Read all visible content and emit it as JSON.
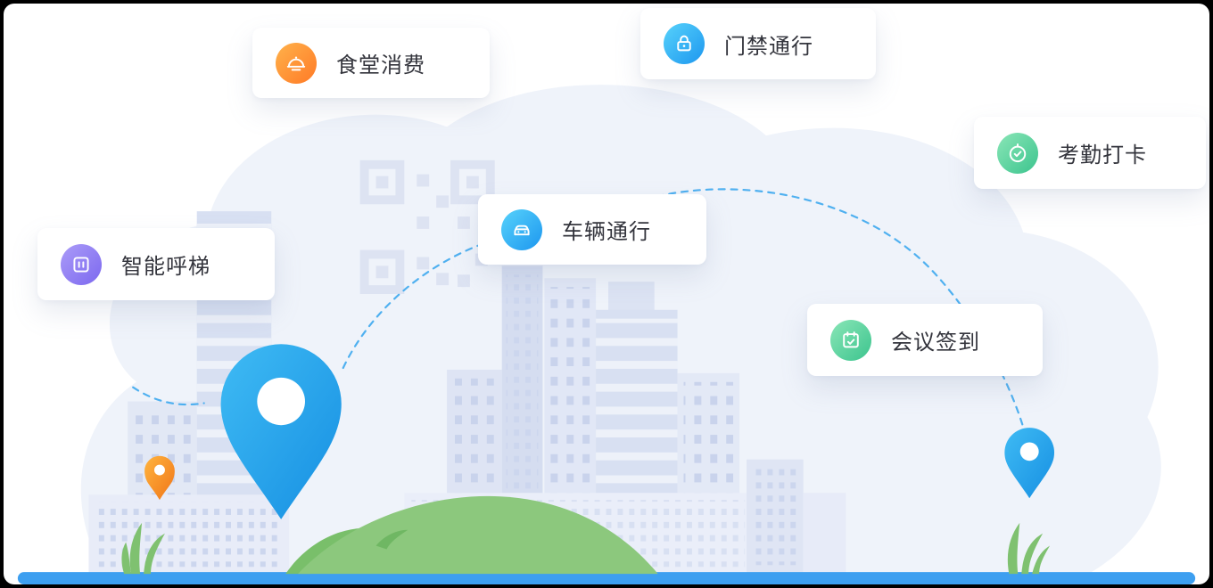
{
  "page": {
    "background": "#000000",
    "stage_background": "#ffffff"
  },
  "scene": {
    "cloud_color": "#eff3fa",
    "building_color": "#dde4f3",
    "hill_color": "#8cc87d",
    "ground_color": "#3d9ff0",
    "dash_line_color": "#3da8ee",
    "pin_blue": "#2aa6ee",
    "pin_orange": "#f98f2e",
    "pins": [
      {
        "id": "main-pin",
        "color": "blue",
        "size": "large"
      },
      {
        "id": "small-orange-pin",
        "color": "orange",
        "size": "small"
      },
      {
        "id": "right-pin",
        "color": "blue",
        "size": "medium"
      }
    ]
  },
  "text_color": "#33343c",
  "cards": [
    {
      "label": "食堂消费",
      "icon": "cloche-icon",
      "gradient": [
        "#ffb24b",
        "#ff7a26"
      ]
    },
    {
      "label": "门禁通行",
      "icon": "lock-icon",
      "gradient": [
        "#57d2fb",
        "#1d97ef"
      ]
    },
    {
      "label": "考勤打卡",
      "icon": "clock-check-icon",
      "gradient": [
        "#8ae6b7",
        "#3cc48e"
      ]
    },
    {
      "label": "智能呼梯",
      "icon": "elevator-icon",
      "gradient": [
        "#ab9cf8",
        "#7c68ef"
      ]
    },
    {
      "label": "车辆通行",
      "icon": "car-icon",
      "gradient": [
        "#57c8f8",
        "#1d97ef"
      ]
    },
    {
      "label": "会议签到",
      "icon": "calendar-check-icon",
      "gradient": [
        "#8ee6bb",
        "#3fc792"
      ]
    }
  ]
}
